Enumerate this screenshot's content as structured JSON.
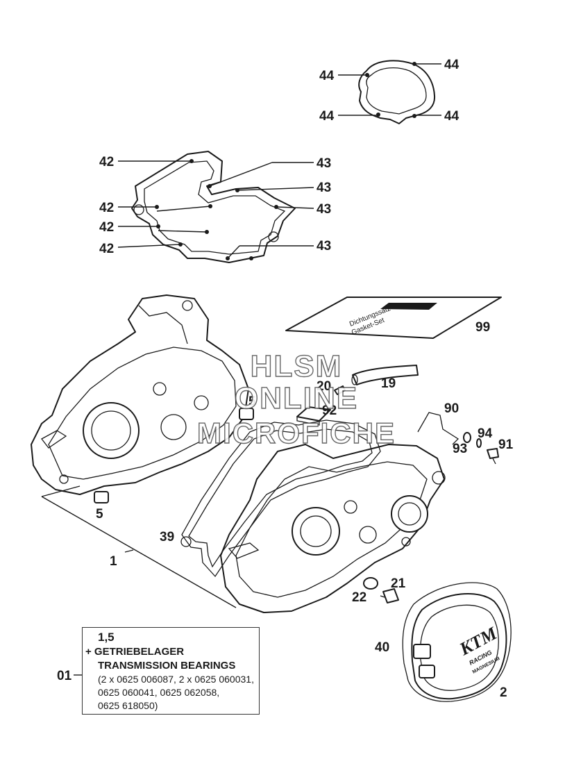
{
  "callouts": {
    "c44a": "44",
    "c44b": "44",
    "c44c": "44",
    "c44d": "44",
    "c42a": "42",
    "c42b": "42",
    "c42c": "42",
    "c42d": "42",
    "c43a": "43",
    "c43b": "43",
    "c43c": "43",
    "c43d": "43",
    "c99": "99",
    "c20": "20",
    "c19": "19",
    "c5a": "5",
    "c92": "92",
    "c90": "90",
    "c94": "94",
    "c93": "93",
    "c91": "91",
    "c5b": "5",
    "c39": "39",
    "c1": "1",
    "c21": "21",
    "c22": "22",
    "c40": "40",
    "c2": "2"
  },
  "gasket_kit_card": {
    "line1": "Dichtungssatz",
    "line2": "Gasket-Set"
  },
  "cover_branding": {
    "logo": "KTM",
    "line1": "RACING",
    "line2": "MAGNESIUM"
  },
  "watermark": {
    "line1": "HLSM",
    "line2": "ONLINE",
    "line3": "MICROFICHE"
  },
  "note": {
    "ref": "01",
    "items": "1,5",
    "title_de": "+ GETRIEBELAGER",
    "title_en": "TRANSMISSION BEARINGS",
    "parts_line1": "(2 x 0625 006087, 2 x 0625 060031,",
    "parts_line2": "0625 060041, 0625 062058,",
    "parts_line3": "0625 618050)"
  }
}
